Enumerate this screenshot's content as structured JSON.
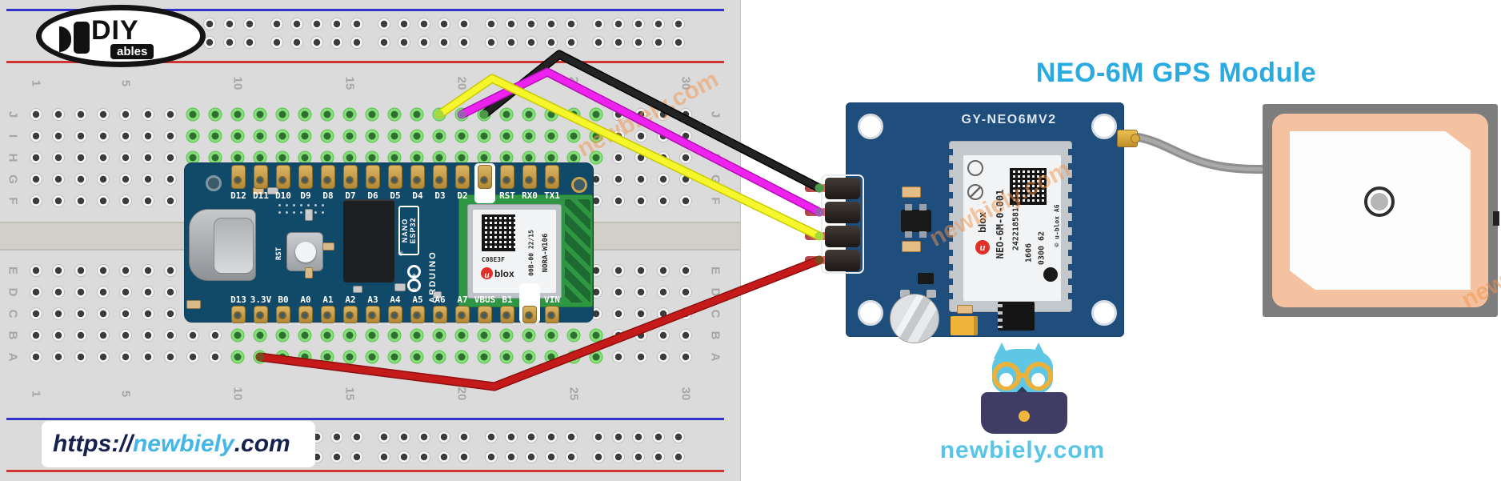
{
  "title": {
    "text": "NEO-6M GPS Module",
    "color": "#29abe2"
  },
  "logo": {
    "line1": "DIY",
    "line2": "ables"
  },
  "url_box": {
    "prefix": "https://",
    "brand": "newbiely",
    "suffix": ".com",
    "brand_color": "#45b6e8",
    "dark_color": "#16214d"
  },
  "watermark": "newbiely.com",
  "mascot": {
    "caption": "newbiely.com"
  },
  "breadboard": {
    "row_letters_top": [
      "J",
      "I",
      "H",
      "G",
      "F"
    ],
    "row_letters_bottom": [
      "E",
      "D",
      "C",
      "B",
      "A"
    ],
    "column_numbers": [
      "1",
      "5",
      "10",
      "15",
      "20",
      "25",
      "30"
    ]
  },
  "arduino": {
    "top_pins": [
      "D12",
      "D11",
      "D10",
      "D9",
      "D8",
      "D7",
      "D6",
      "D5",
      "D4",
      "D3",
      "D2",
      "",
      "RST",
      "RX0",
      "TX1"
    ],
    "bottom_pins": [
      "D13",
      "3.3V",
      "B0",
      "A0",
      "A1",
      "A2",
      "A3",
      "A4",
      "A5",
      "A6",
      "A7",
      "VBUS",
      "B1",
      "",
      "VIN"
    ],
    "reset_label": "RST",
    "brand": "ARDUINO",
    "registered": "®",
    "plus": "+",
    "minus": "−",
    "model": {
      "line1": "NANO",
      "line2": "ESP32"
    },
    "nora": {
      "code": "C08E3F",
      "lot": "00B-00 22/15",
      "model": "NORA-W106",
      "ublox_u": "u",
      "ublox_text": "blox"
    }
  },
  "gps": {
    "board_label": "GY-NEO6MV2",
    "chip": {
      "ublox_u": "u",
      "ublox_text": "blox",
      "line1": "NEO-6M-0-001",
      "line2": "24221858179",
      "line3": "1606",
      "line4": "0300 62",
      "line5": "© u-blox AG"
    }
  },
  "wires": [
    {
      "name": "gnd-wire-black",
      "color": "#232323",
      "edge": "#000000",
      "tip": "#4a9a4a"
    },
    {
      "name": "signal-wire-magenta",
      "color": "#ee22ee",
      "edge": "#b012b0",
      "tip": "#9a5fae"
    },
    {
      "name": "signal-wire-yellow",
      "color": "#f6f62c",
      "edge": "#c9c904",
      "tip": "#a8d83c"
    },
    {
      "name": "power-wire-red",
      "color": "#c41a1a",
      "edge": "#8d0f0f",
      "tip": "#7a4a1e"
    }
  ]
}
